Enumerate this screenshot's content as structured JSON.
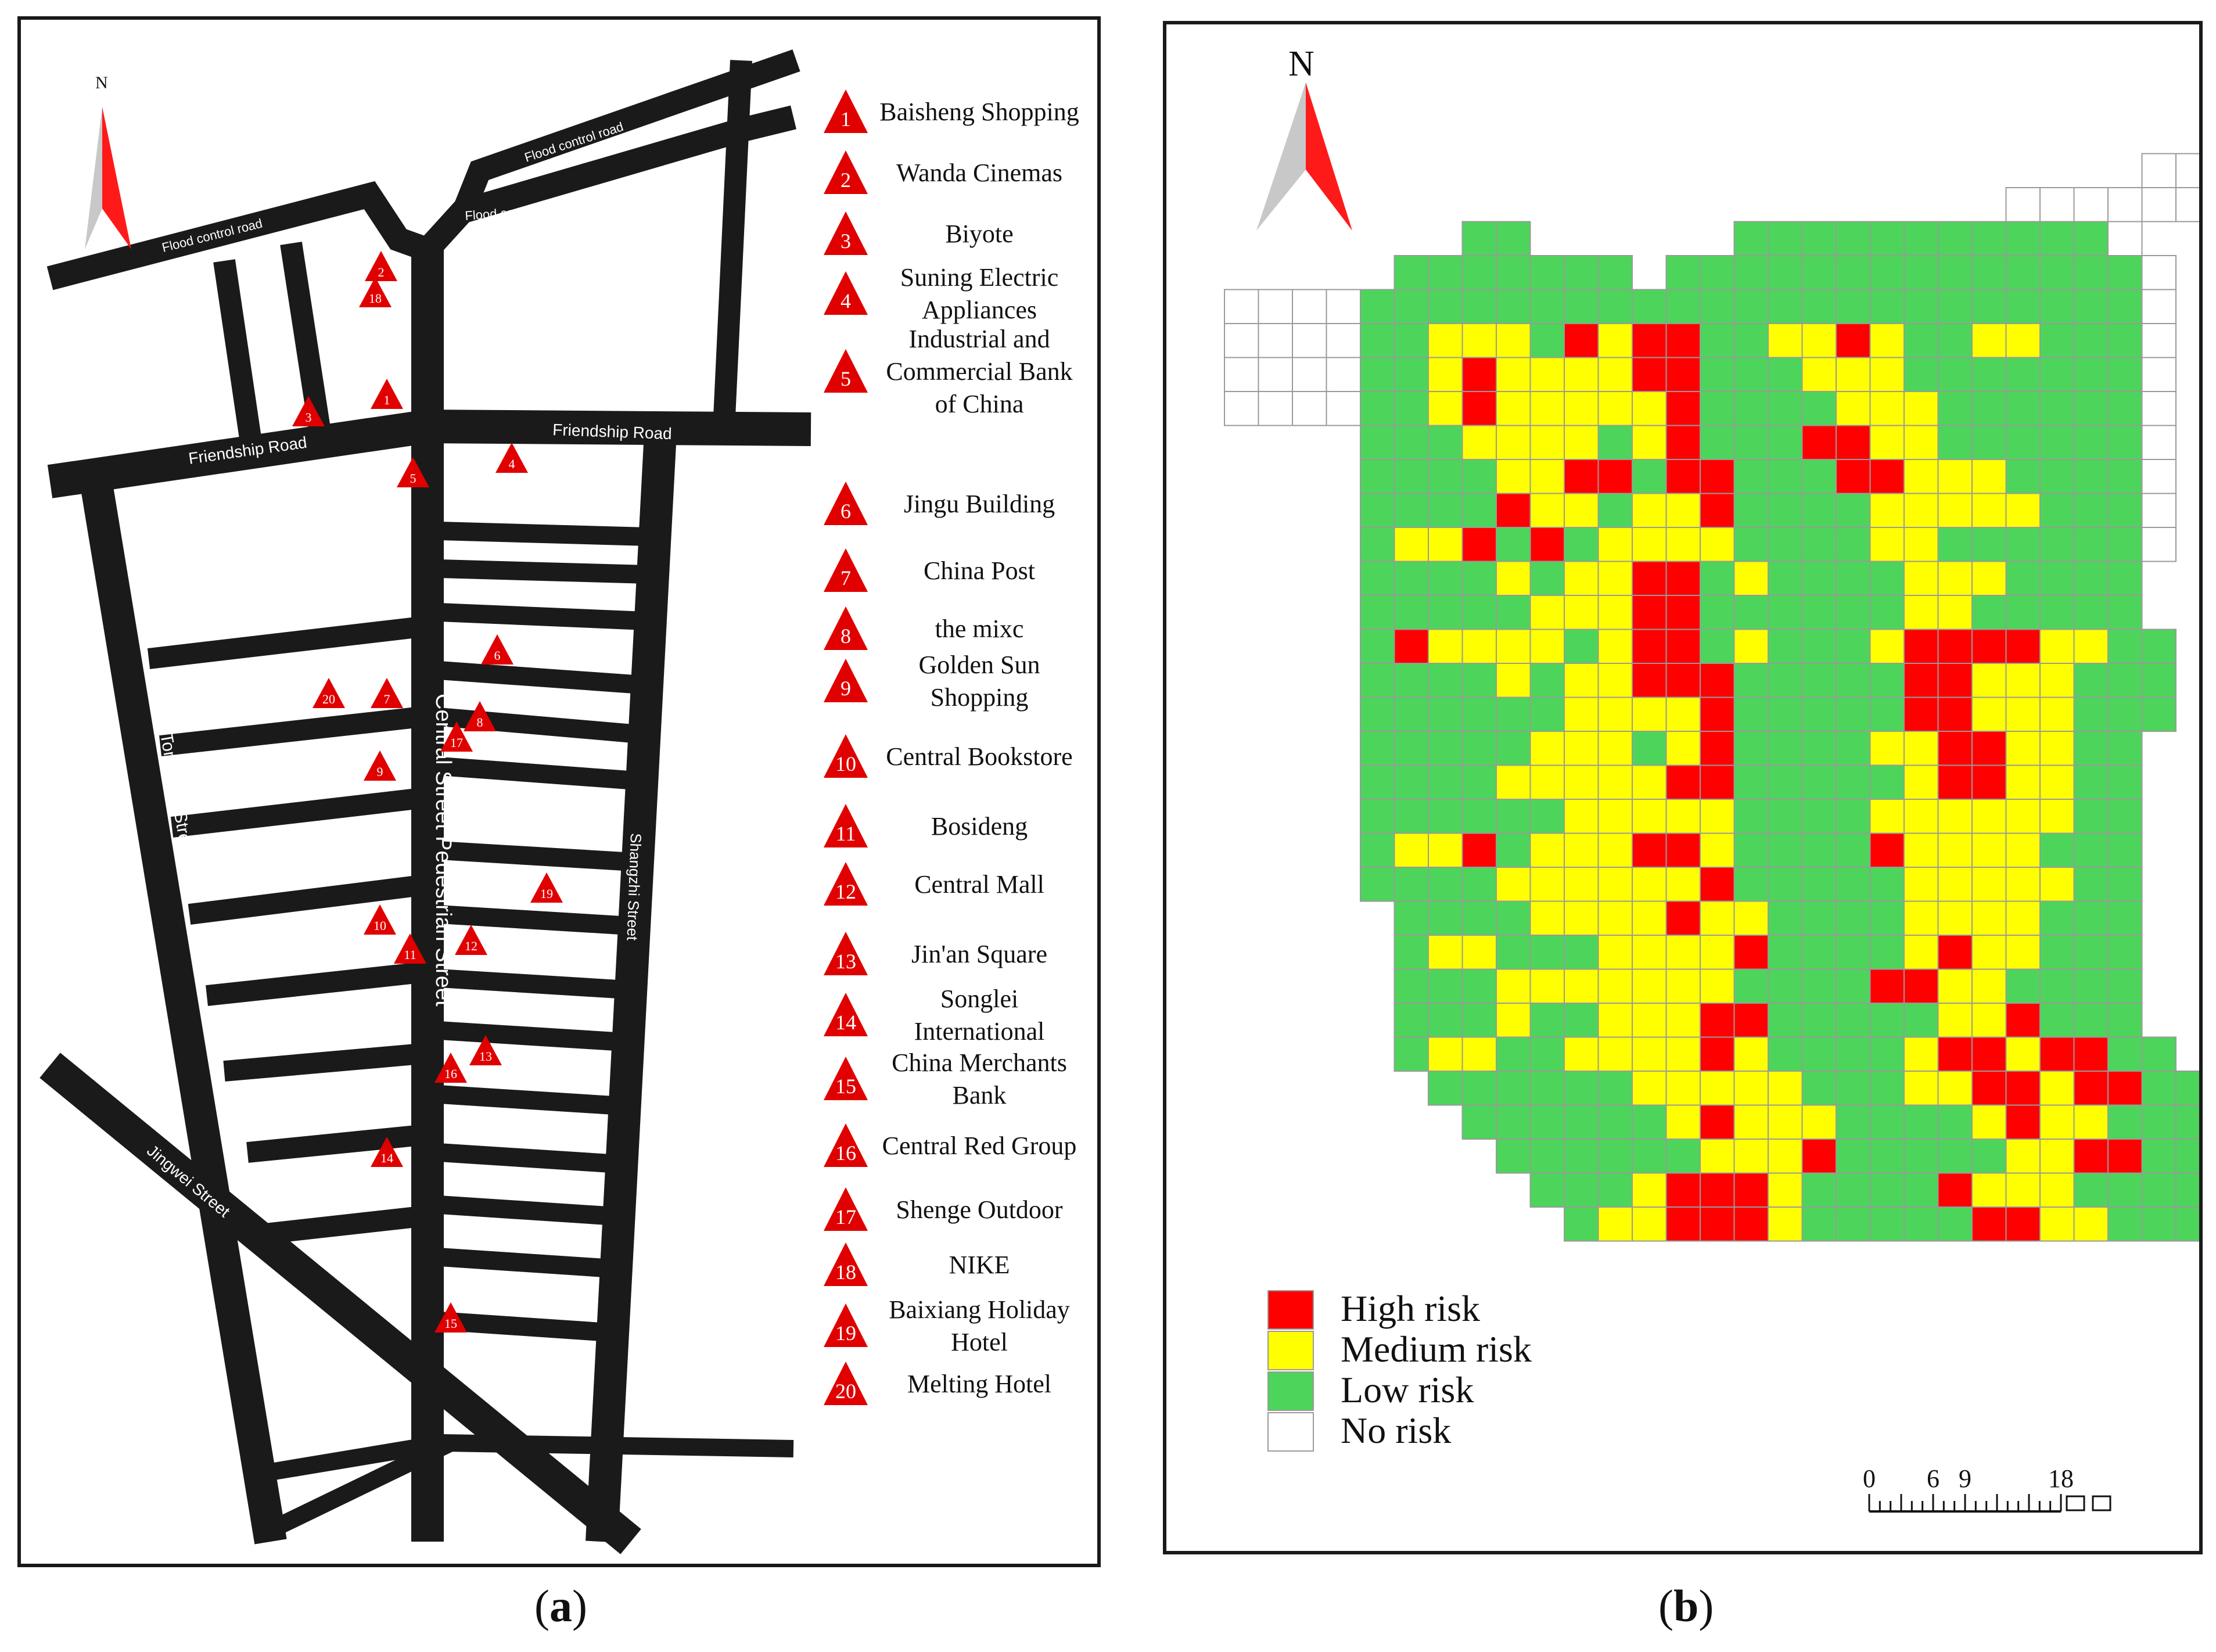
{
  "panel_a": {
    "north_label": "N",
    "roads": {
      "flood_control_road": "Flood control road",
      "friendship_road": "Friendship Road",
      "tongjiang_street": "Tongjiang Street",
      "central_street": "Central Street Pedestrian Street",
      "shangzhi_street": "Shangzhi Street",
      "jingwei_street": "Jingwei Street"
    },
    "pois": [
      {
        "id": "1",
        "name": "Baisheng Shopping"
      },
      {
        "id": "2",
        "name": "Wanda Cinemas"
      },
      {
        "id": "3",
        "name": "Biyote"
      },
      {
        "id": "4",
        "name": "Suning Electric Appliances"
      },
      {
        "id": "5",
        "name": "Industrial and Commercial Bank of China"
      },
      {
        "id": "6",
        "name": "Jingu Building"
      },
      {
        "id": "7",
        "name": "China Post"
      },
      {
        "id": "8",
        "name": "the mixc"
      },
      {
        "id": "9",
        "name": "Golden Sun Shopping"
      },
      {
        "id": "10",
        "name": "Central Bookstore"
      },
      {
        "id": "11",
        "name": "Bosideng"
      },
      {
        "id": "12",
        "name": "Central Mall"
      },
      {
        "id": "13",
        "name": "Jin'an Square"
      },
      {
        "id": "14",
        "name": "Songlei International"
      },
      {
        "id": "15",
        "name": "China Merchants Bank"
      },
      {
        "id": "16",
        "name": "Central Red Group"
      },
      {
        "id": "17",
        "name": "Shenge Outdoor"
      },
      {
        "id": "18",
        "name": "NIKE"
      },
      {
        "id": "19",
        "name": "Baixiang Holiday Hotel"
      },
      {
        "id": "20",
        "name": "Melting Hotel"
      }
    ],
    "caption_letter": "a"
  },
  "panel_b": {
    "north_label": "N",
    "legend": [
      {
        "key": "H",
        "label": "High risk",
        "color": "#ff0000"
      },
      {
        "key": "M",
        "label": "Medium risk",
        "color": "#ffff00"
      },
      {
        "key": "L",
        "label": "Low risk",
        "color": "#4cd55a"
      },
      {
        "key": "N",
        "label": "No risk",
        "color": "#ffffff"
      }
    ],
    "scale_labels": [
      "0",
      "6",
      "9",
      "18"
    ],
    "caption_letter": "b",
    "risk_grid": [
      "..............................",
      "..............................",
      "..............................",
      "..............................",
      "..............................",
      "...........................NNNNN",
      ".......................NNNNNNLLLLLLLLLLN",
      ".......LL......LLLLLLLLLLLN",
      ".....LLLLLLL.LLLLLLLLLLLLLLN",
      "NNNNLLLLLLLLLLLLLLLLLLLLLLLN",
      "NNNNLLMMMLHMHHLLMMHMLLMMLLLN",
      "NNNNLLMHMMMMHHLLLMMMLLLLLLLN",
      "NNNNLLMHMMMMMHLLLLMMMLLLLLLN",
      "....LLLMMMMLMHLLLHHMMLLLLLLN",
      "....LLLLMMHHLHHLLLHHMMMLLLLN",
      "....LLLLHMMLMMHLLLLMMMMMLLLN",
      "....LMMHLHLMMMMLLLLMMLLLLLLN",
      "....LLLLMLMMHHLMLLLLMMMLLLL",
      "....LLLLLMMMHHLLLLLLMMLLLLL",
      "....LHMMMMLMHHLMLLLMHHHHMMLL",
      "....LLLLMLMMHHHLLLLLHHMMMLLL",
      "....LLLLLLMMMMHLLLLLHHMMMLLL",
      "....LLLLLMMMLMHLLLLMMHHMMLL",
      "....LLLLMMMMMHHLLLLLMHHMMLL",
      "....LLLLLLMMMMMLLLLMMMMMMLL",
      "....LMMHLMMMHHMLLLLHMMMMLLL",
      "....LLLLMMMMMMHLLLLLMMMMMLL",
      ".....LLLLMMMMHMMLLLLMMMMLLL",
      ".....LMMLLLMMMMHLLLLMHMMLLL",
      ".....LLLMMMMMMMLLLLHHMMLLLL",
      ".....LLLMLLMMMHHLLLLLMMHLLL",
      ".....LMMLLMMMMHMLLLLMHHMHHLL",
      "......LLLLLLMMMMMLLLMMHHMHHLL",
      ".......LLLLLLMHMMMLLLLMHMMLLL",
      "........LLLLLLMMMHLLLLLMMHHLL",
      ".........LLLMHHHMLLLLHMMMLLLL",
      "..........LMMHHHMLLLLLHHMMLLLL"
    ]
  }
}
